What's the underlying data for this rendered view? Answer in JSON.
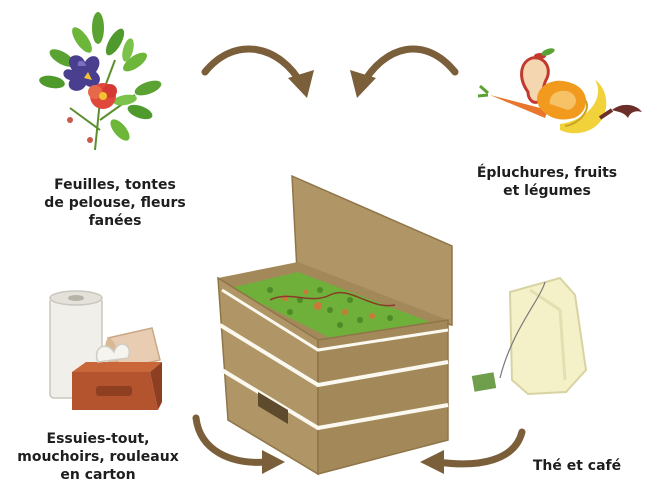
{
  "labels": {
    "leaves": [
      "Feuilles, tontes",
      "de pelouse, fleurs",
      "fanées"
    ],
    "peels": [
      "Épluchures, fruits",
      "et légumes"
    ],
    "paper": [
      "Essuies-tout,",
      "mouchoirs, rouleaux",
      "en carton"
    ],
    "tea": [
      "Thé et café"
    ]
  },
  "icons": {
    "leaves": "plant-flowers-icon",
    "peels": "fruit-peels-icon",
    "paper": "paper-towels-tissues-icon",
    "tea": "tea-bag-icon",
    "bin": "compost-bin-icon",
    "arrow": "curved-arrow-icon"
  },
  "colors": {
    "arrow": "#7b5f3a",
    "bin": "#b09566",
    "bin_dark": "#8f7548",
    "compost": "#6fb03a",
    "text": "#1e1e1e"
  }
}
